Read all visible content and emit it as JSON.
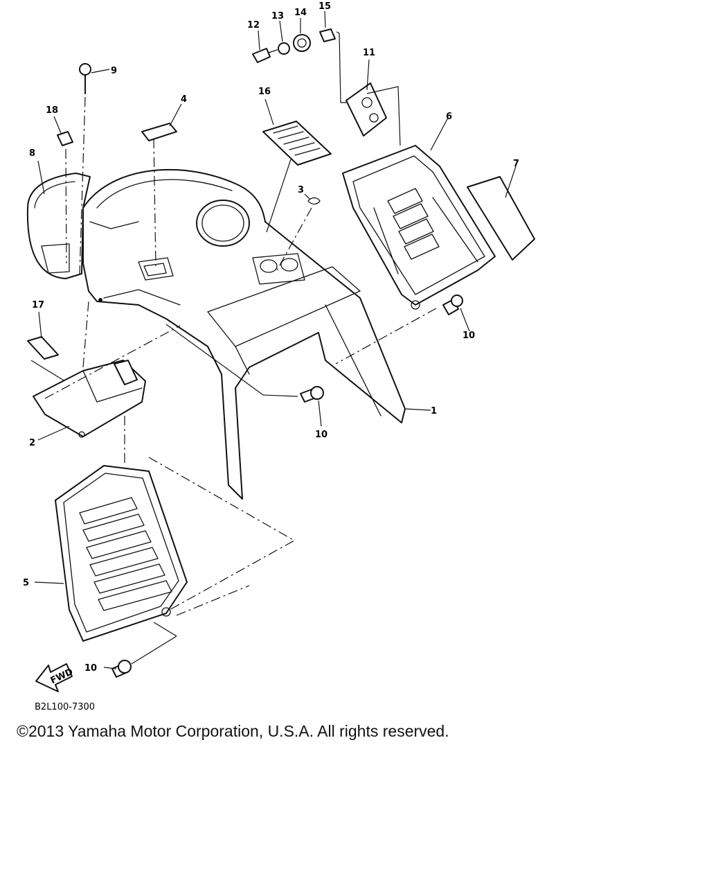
{
  "diagram": {
    "part_numbers": [
      "1",
      "2",
      "3",
      "4",
      "5",
      "6",
      "7",
      "8",
      "9",
      "10",
      "11",
      "12",
      "13",
      "14",
      "15",
      "16",
      "17",
      "18"
    ],
    "labels": {
      "p1": "1",
      "p2": "2",
      "p3": "3",
      "p4": "4",
      "p5": "5",
      "p6": "6",
      "p7": "7",
      "p8": "8",
      "p9": "9",
      "p10a": "10",
      "p10b": "10",
      "p10c": "10",
      "p11": "11",
      "p12": "12",
      "p13": "13",
      "p14": "14",
      "p15": "15",
      "p16": "16",
      "p17": "17",
      "p18": "18"
    },
    "diagram_code": "B2L100-7300",
    "direction_arrow": "FWD"
  },
  "footer": {
    "copyright": "©2013 Yamaha Motor Corporation, U.S.A. All rights reserved."
  }
}
